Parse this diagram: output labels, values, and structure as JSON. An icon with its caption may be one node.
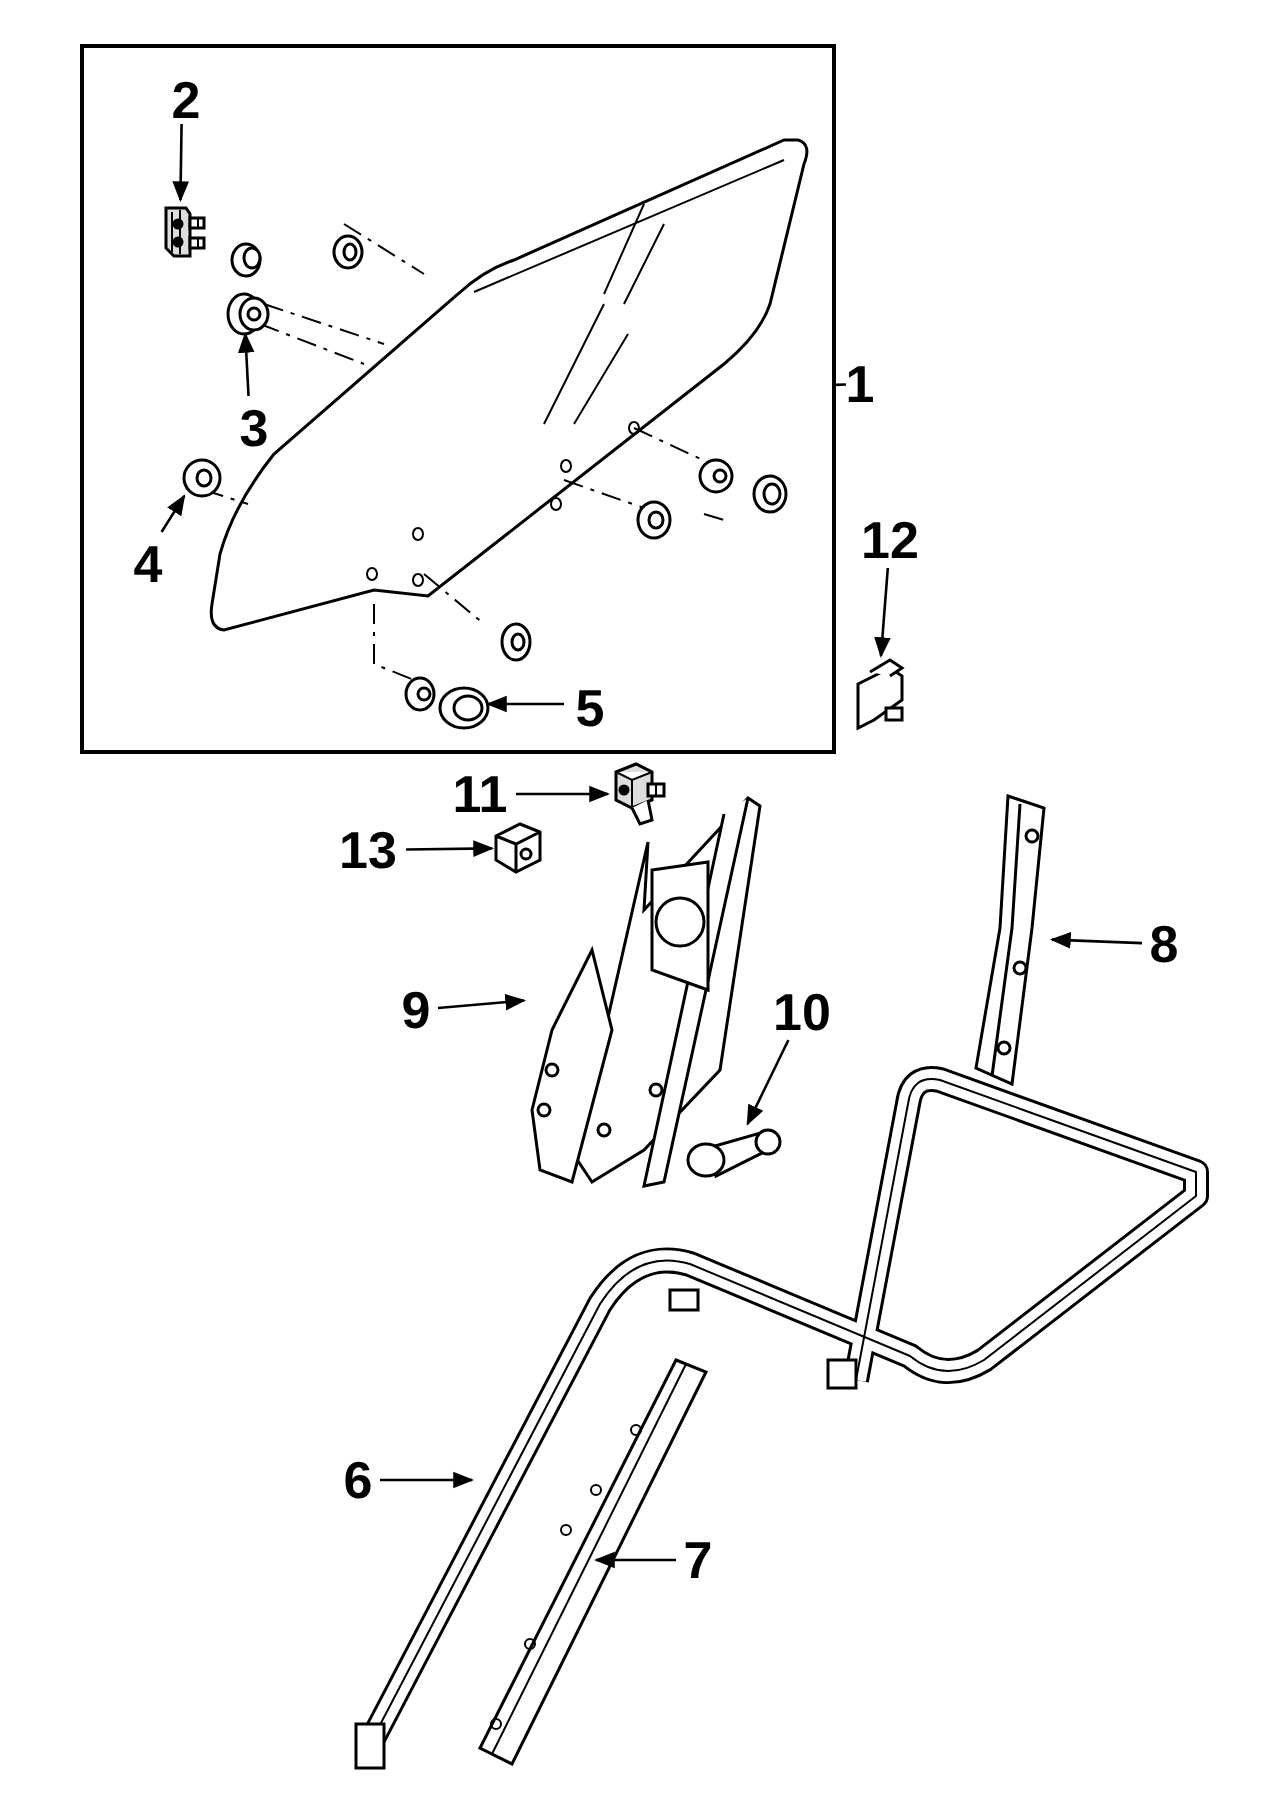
{
  "diagram": {
    "nodes": [
      {
        "text": [],
        "shape": "box"
      },
      {
        "text": [
          "2"
        ],
        "in": 0
      },
      {
        "text": [],
        "shape": "picture",
        "in": 0
      },
      {
        "text": [
          "3"
        ],
        "in": 0
      },
      {
        "text": [],
        "shape": "picture",
        "in": 0
      },
      {
        "text": [
          "4"
        ],
        "in": 0
      },
      {
        "text": [],
        "shape": "picture",
        "in": 0
      },
      {
        "text": [
          "5"
        ],
        "in": 0
      },
      {
        "text": [],
        "shape": "picture",
        "in": 0
      },
      {
        "text": [
          "1"
        ]
      },
      {
        "text": [
          "12"
        ]
      },
      {
        "text": [],
        "shape": "picture"
      },
      {
        "text": [
          "11"
        ]
      },
      {
        "text": [],
        "shape": "picture"
      },
      {
        "text": [
          "13"
        ]
      },
      {
        "text": [],
        "shape": "picture"
      },
      {
        "text": [
          "9"
        ]
      },
      {
        "text": [],
        "shape": "picture"
      },
      {
        "text": [
          "10"
        ]
      },
      {
        "text": [],
        "shape": "picture"
      },
      {
        "text": [
          "8"
        ]
      },
      {
        "text": [],
        "shape": "picture"
      },
      {
        "text": [
          "6"
        ]
      },
      {
        "text": [
          "7"
        ]
      }
    ],
    "edges": [
      {
        "from": 1,
        "to": 2,
        "arrow": "to"
      },
      {
        "from": 3,
        "to": 4,
        "arrow": "to"
      },
      {
        "from": 5,
        "to": 6,
        "arrow": "to"
      },
      {
        "from": 7,
        "to": 8,
        "arrow": "to"
      },
      {
        "from": 9,
        "to": 0,
        "arrow": "none"
      },
      {
        "from": 10,
        "to": 11,
        "arrow": "to"
      },
      {
        "from": 12,
        "to": 13,
        "arrow": "to"
      },
      {
        "from": 14,
        "to": 15,
        "arrow": "to"
      },
      {
        "from": 16,
        "to": 17,
        "arrow": "to"
      },
      {
        "from": 18,
        "to": 19,
        "arrow": "to"
      },
      {
        "from": 20,
        "to": 21,
        "arrow": "to"
      },
      {
        "from": 22,
        "to": null,
        "arrow": "to"
      },
      {
        "from": 23,
        "to": null,
        "arrow": "to"
      }
    ]
  }
}
